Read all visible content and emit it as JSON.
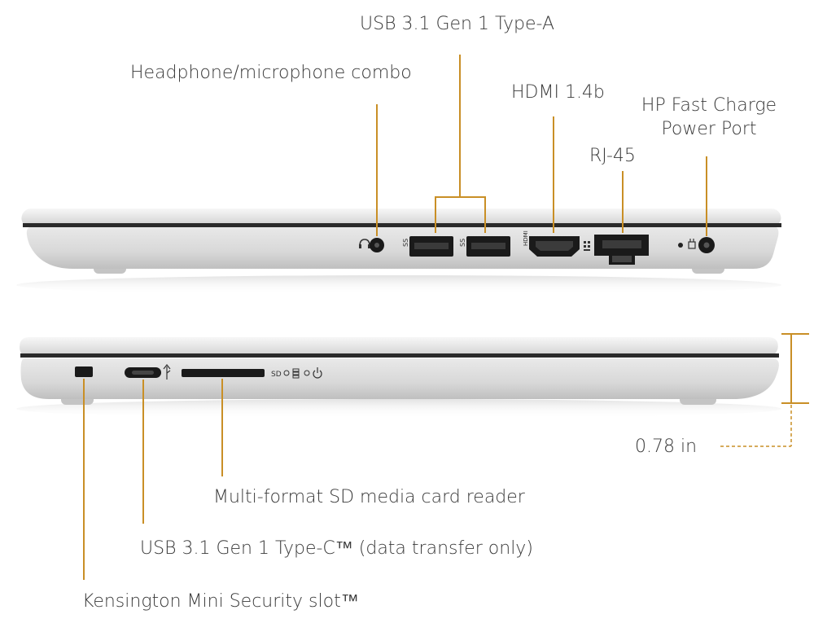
{
  "colors": {
    "leader": "#c98f26",
    "body_light": "#e4e4e4",
    "body_mid": "#cfcfcf",
    "port_dark": "#1a1a1a",
    "label_text": "#3a3a3a"
  },
  "labels": {
    "usb_a": "USB  3.1 Gen 1 Type-A",
    "headphone": "Headphone/microphone combo",
    "hdmi": "HDMI 1.4b",
    "rj45": "RJ-45",
    "power_line1": "HP Fast Charge",
    "power_line2": "Power Port",
    "sd_reader": "Multi-format SD media card reader",
    "usb_c": "USB 3.1 Gen 1 Type-C™ (data transfer only)",
    "kensington": "Kensington Mini Security slot™",
    "thickness": "0.78 in"
  },
  "markings": {
    "sd": "SD",
    "hdmi_text": "HDMI",
    "usb_ss": "SS"
  }
}
